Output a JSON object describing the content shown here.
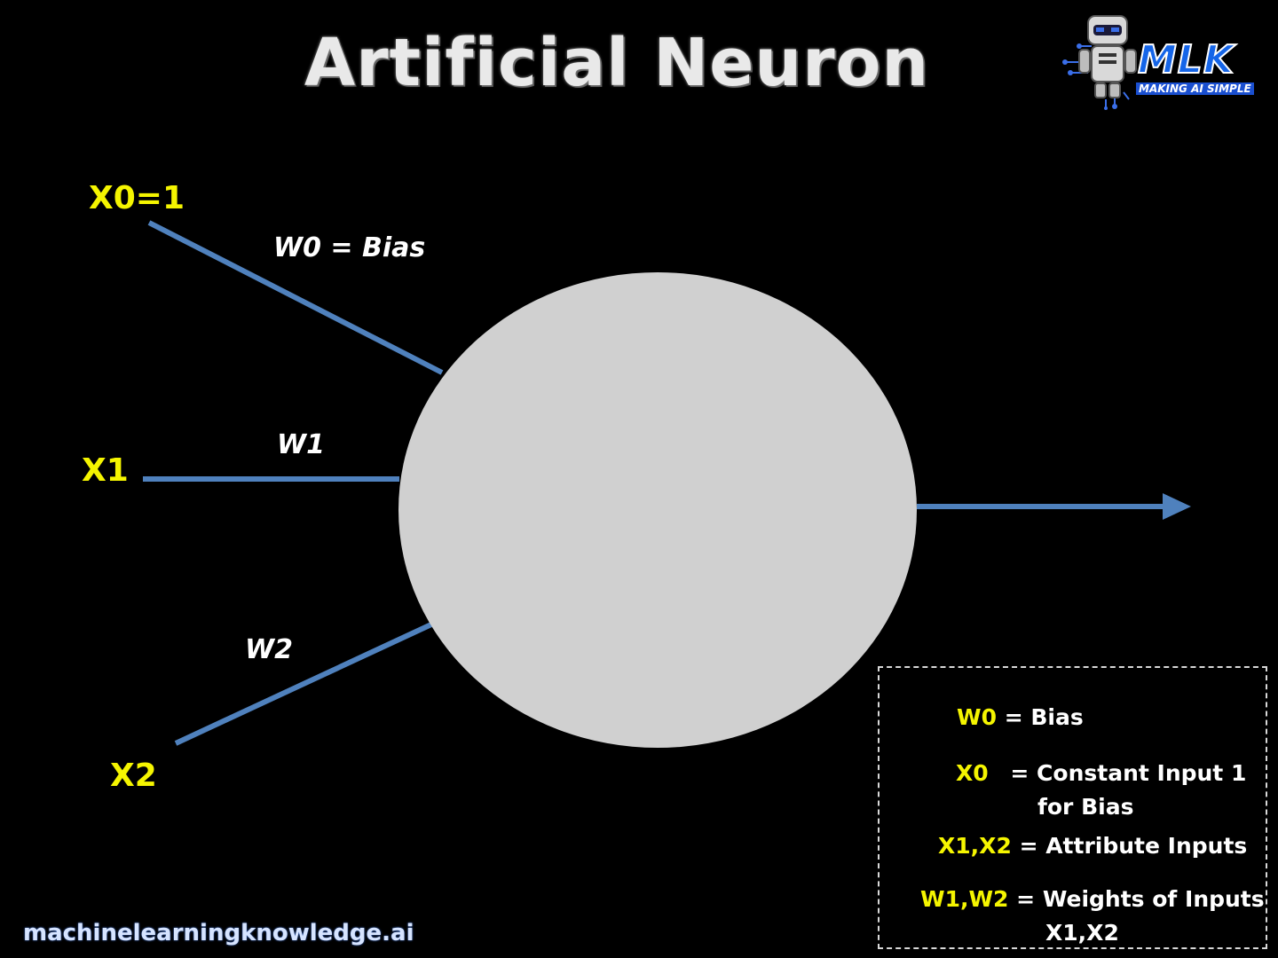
{
  "title": "Artificial Neuron",
  "logo": {
    "name": "MLK",
    "tagline": "MAKING AI SIMPLE",
    "icon": "robot-icon",
    "colors": {
      "brand_blue": "#1565e8",
      "outline": "#ffffff"
    }
  },
  "inputs": [
    {
      "id": "x0",
      "label": "X0=1"
    },
    {
      "id": "x1",
      "label": "X1"
    },
    {
      "id": "x2",
      "label": "X2"
    }
  ],
  "weights": [
    {
      "id": "w0",
      "label": "W0  = Bias"
    },
    {
      "id": "w1",
      "label": "W1"
    },
    {
      "id": "w2",
      "label": "W2"
    }
  ],
  "legend": [
    {
      "key": "W0",
      "text": "=  Bias"
    },
    {
      "key": "X0",
      "text": "=  Constant Input 1",
      "continuation": "for   Bias"
    },
    {
      "key": "X1,X2",
      "text": "= Attribute Inputs"
    },
    {
      "key": "W1,W2",
      "text": "= Weights of Inputs",
      "continuation": "X1,X2"
    }
  ],
  "footer": "machinelearningknowledge.ai",
  "colors": {
    "background": "#000000",
    "neuron_fill": "#d0d0d0",
    "connection": "#4f81bd",
    "input_label": "#f5f500",
    "weight_label": "#ffffff"
  }
}
